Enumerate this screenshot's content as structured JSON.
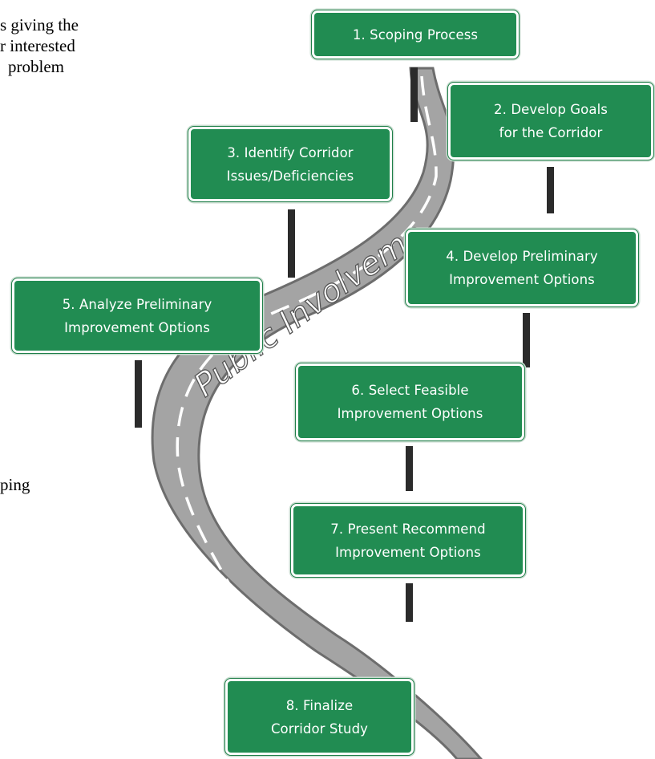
{
  "text_fragments": [
    "s giving the",
    "r interested",
    "problem",
    "ping"
  ],
  "road_banner": "Public Involvement",
  "steps": [
    {
      "id": 1,
      "label": "1. Scoping Process"
    },
    {
      "id": 2,
      "label": "2. Develop Goals\nfor the Corridor"
    },
    {
      "id": 3,
      "label": "3. Identify Corridor\nIssues/Deficiencies"
    },
    {
      "id": 4,
      "label": "4. Develop Preliminary\nImprovement Options"
    },
    {
      "id": 5,
      "label": "5. Analyze Preliminary\nImprovement Options"
    },
    {
      "id": 6,
      "label": "6. Select Feasible\nImprovement Options"
    },
    {
      "id": 7,
      "label": "7. Present Recommend\nImprovement Options"
    },
    {
      "id": 8,
      "label": "8. Finalize\nCorridor Study"
    }
  ],
  "colors": {
    "sign_green": "#218c52",
    "road_gray": "#a4a4a4",
    "road_edge": "#6d6d6d",
    "post": "#2b2b2b"
  }
}
